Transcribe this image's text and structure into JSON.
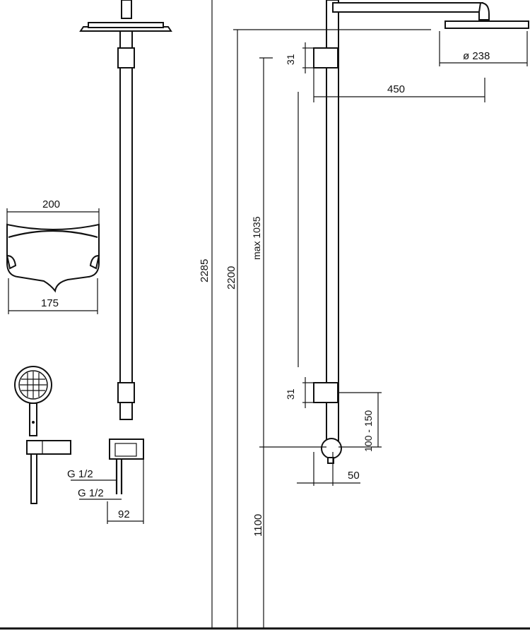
{
  "labels": {
    "width_200": "200",
    "width_175": "175",
    "g1": "G 1/2",
    "g2": "G 1/2",
    "dim_92": "92",
    "dim_2285": "2285",
    "dim_2200": "2200",
    "dim_max1035": "max 1035",
    "dim_1100": "1100",
    "dim_31_top": "31",
    "dim_31_bottom": "31",
    "dim_450": "450",
    "dim_238": "ø 238",
    "dim_100_150": "100 - 150",
    "dim_50": "50"
  }
}
